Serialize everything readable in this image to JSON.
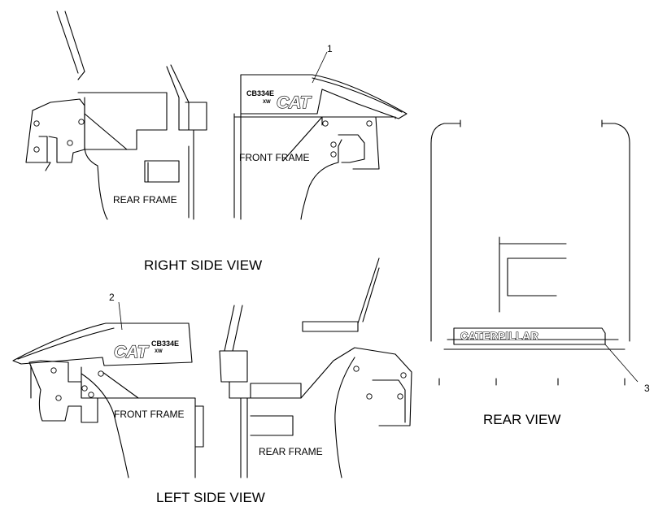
{
  "views": {
    "right_side": {
      "title": "RIGHT SIDE VIEW",
      "rear_frame": "REAR FRAME",
      "front_frame": "FRONT FRAME"
    },
    "left_side": {
      "title": "LEFT SIDE VIEW",
      "rear_frame": "REAR FRAME",
      "front_frame": "FRONT FRAME"
    },
    "rear": {
      "title": "REAR VIEW"
    }
  },
  "callouts": {
    "one": "1",
    "two": "2",
    "three": "3"
  },
  "decals": {
    "model_line1": "CB334E",
    "model_line2": "XW",
    "logo": "CAT",
    "rear_logo": "CATERPILLAR"
  }
}
